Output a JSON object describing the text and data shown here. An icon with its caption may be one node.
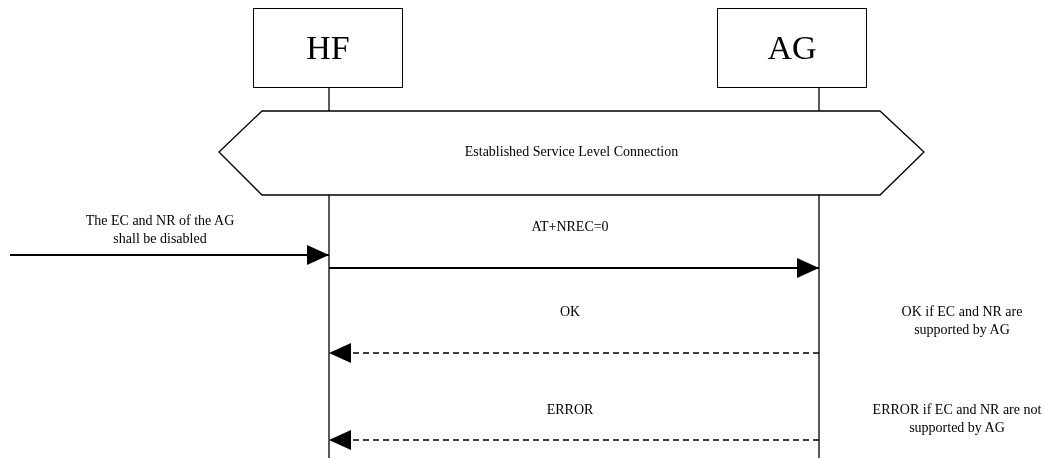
{
  "diagram": {
    "nodes": [
      {
        "text": [
          "HF"
        ]
      },
      {
        "text": [
          "AG"
        ]
      },
      {
        "text": [
          "Established Service Level Connection"
        ]
      }
    ],
    "edges": [
      {
        "from": null,
        "to": 0,
        "arrow": "to",
        "label": "The EC and NR of the AG shall be disabled"
      },
      {
        "from": 0,
        "to": 1,
        "arrow": "to",
        "label": "AT+NREC=0"
      },
      {
        "from": 1,
        "to": 0,
        "arrow": "to",
        "label": "OK",
        "style": "dashed"
      },
      {
        "from": 1,
        "to": 0,
        "arrow": "to",
        "label": "ERROR",
        "style": "dashed"
      }
    ],
    "labels": [
      "OK if EC and NR are supported by AG",
      "ERROR if EC and NR are not supported by AG"
    ]
  }
}
